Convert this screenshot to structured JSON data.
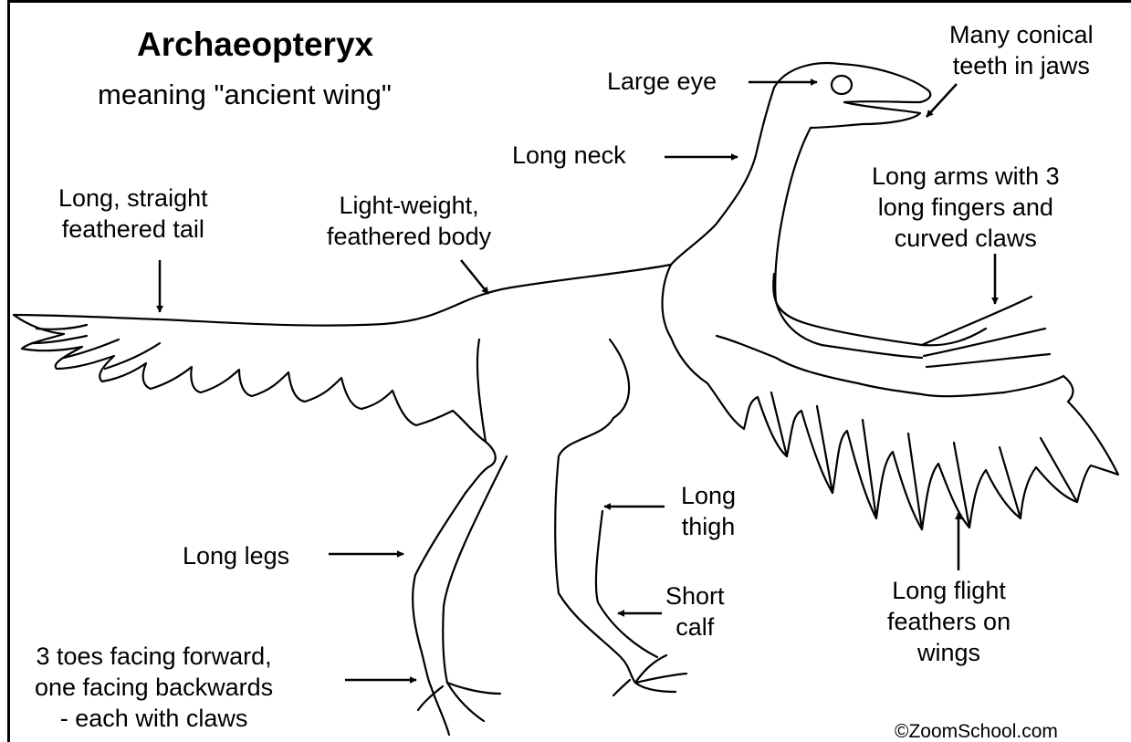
{
  "title": "Archaeopteryx",
  "subtitle": "meaning \"ancient wing\"",
  "labels": {
    "large_eye": "Large eye",
    "teeth": "Many conical\nteeth in jaws",
    "long_neck": "Long neck",
    "arms": "Long arms with 3\nlong fingers and\ncurved claws",
    "tail": "Long, straight\nfeathered tail",
    "body": "Light-weight,\nfeathered body",
    "thigh": "Long\nthigh",
    "legs": "Long legs",
    "calf": "Short\ncalf",
    "flight_feathers": "Long flight\nfeathers on\nwings",
    "toes": "3 toes facing forward,\none facing backwards\n- each with claws"
  },
  "copyright": "©ZoomSchool.com",
  "colors": {
    "ink": "#000000",
    "background": "#ffffff"
  }
}
